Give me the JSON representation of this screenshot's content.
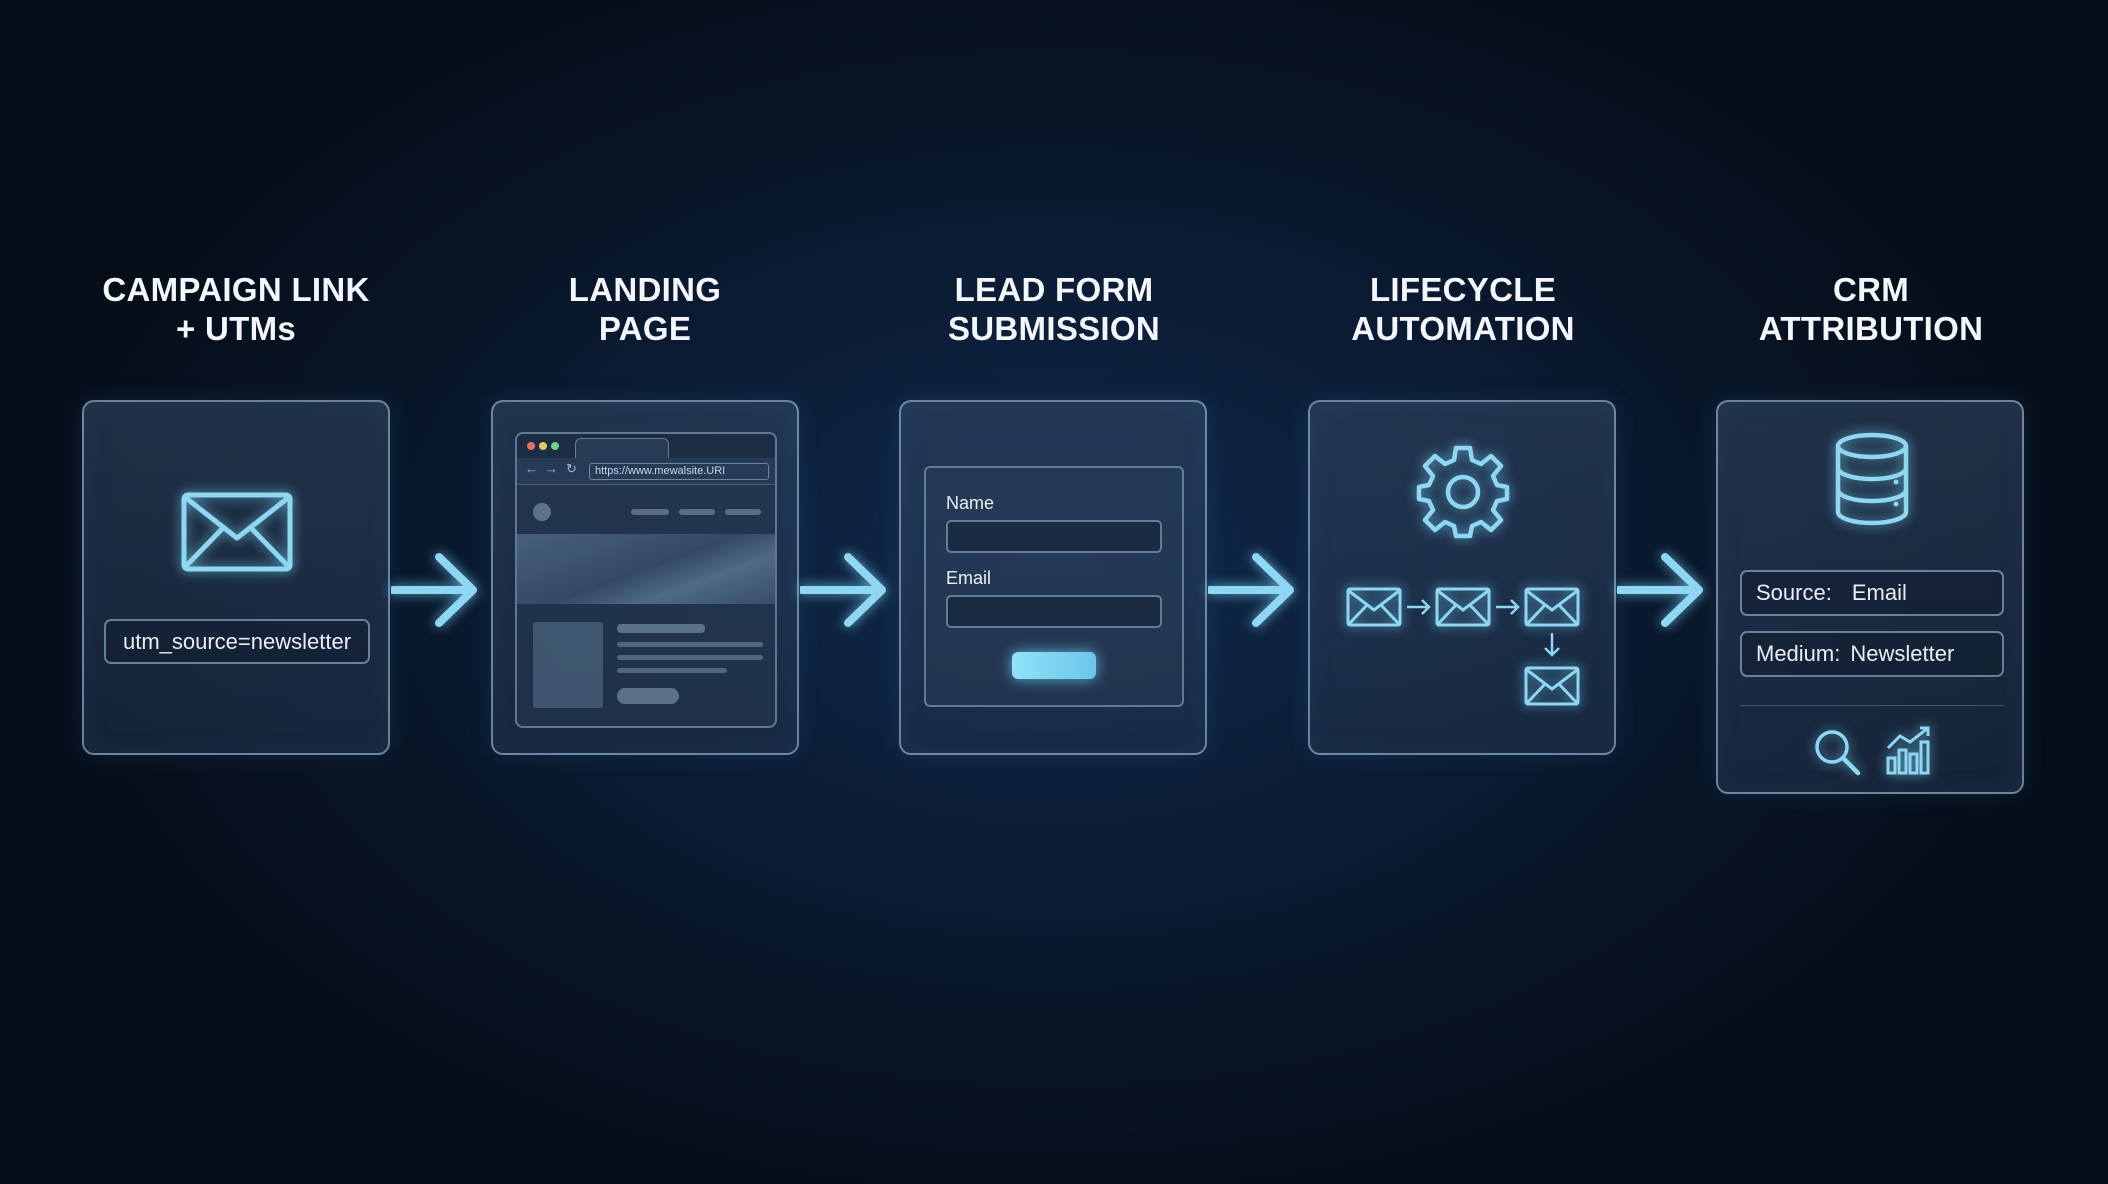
{
  "stages": [
    {
      "title_line1": "CAMPAIGN LINK",
      "title_line2": "+ UTMs"
    },
    {
      "title_line1": "LANDING",
      "title_line2": "PAGE"
    },
    {
      "title_line1": "LEAD FORM",
      "title_line2": "SUBMISSION"
    },
    {
      "title_line1": "LIFECYCLE",
      "title_line2": "AUTOMATION"
    },
    {
      "title_line1": "CRM",
      "title_line2": "ATTRIBUTION"
    }
  ],
  "campaign": {
    "icon": "envelope-icon",
    "utm_param": "utm_source=newsletter"
  },
  "landing": {
    "url": "https://www.mewalsite.URI",
    "icons": [
      "back-arrow-icon",
      "forward-arrow-icon",
      "reload-icon"
    ]
  },
  "lead_form": {
    "name_label": "Name",
    "email_label": "Email"
  },
  "automation": {
    "icons": [
      "gear-icon",
      "envelope-icon",
      "arrow-right-icon",
      "arrow-down-icon"
    ]
  },
  "crm": {
    "icon": "database-icon",
    "source_label": "Source:",
    "source_value": "Email",
    "medium_label": "Medium:",
    "medium_value": "Newsletter",
    "footer_icons": [
      "magnifier-icon",
      "bar-chart-icon"
    ]
  },
  "colors": {
    "accent": "#7fd3f2",
    "card_border": "#afcdeb",
    "background": "#0b1b33",
    "text": "#f3f6fb"
  }
}
